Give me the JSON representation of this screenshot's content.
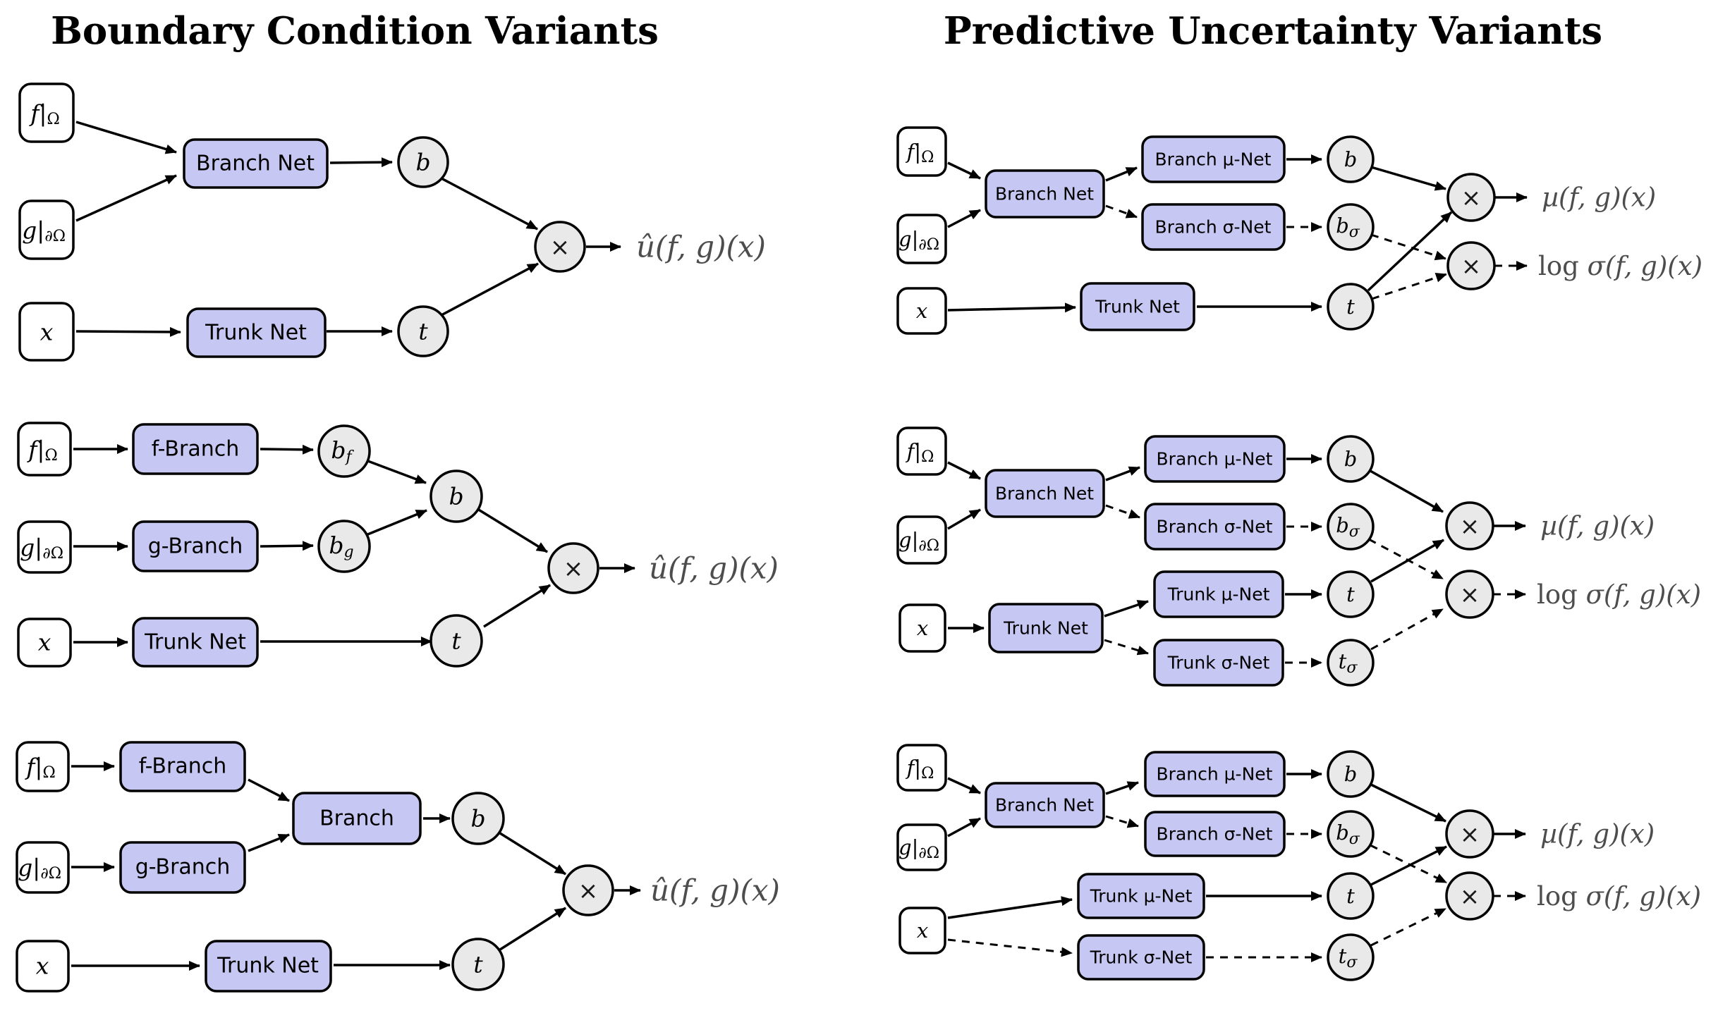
{
  "colors": {
    "box-fill": "#c7c7f3",
    "node-fill": "#e9e9e9",
    "output-text": "#4d4d4d"
  },
  "left_panel": {
    "title": "Boundary Condition Variants"
  },
  "right_panel": {
    "title": "Predictive Uncertainty Variants"
  },
  "labels": {
    "f_input": {
      "main": "f|",
      "sub": "Ω"
    },
    "g_input": {
      "main": "g|",
      "sub": "∂Ω"
    },
    "x_input": "x",
    "branch_net": "Branch Net",
    "trunk_net": "Trunk Net",
    "f_branch": "f-Branch",
    "g_branch": "g-Branch",
    "branch": "Branch",
    "branch_mu_net": "Branch µ-Net",
    "branch_sigma_net": "Branch σ-Net",
    "trunk_mu_net": "Trunk µ-Net",
    "trunk_sigma_net": "Trunk σ-Net",
    "b": "b",
    "t": "t",
    "b_f": {
      "main": "b",
      "sub": "f"
    },
    "b_g": {
      "main": "b",
      "sub": "g"
    },
    "b_sigma": {
      "main": "b",
      "sub": "σ"
    },
    "t_sigma": {
      "main": "t",
      "sub": "σ"
    },
    "times": "×",
    "u_hat_output": "û(f, g)(x)",
    "mu_output": "µ(f, g)(x)",
    "log_sigma_output": {
      "prefix": "log ",
      "rest": "σ(f, g)(x)"
    }
  }
}
